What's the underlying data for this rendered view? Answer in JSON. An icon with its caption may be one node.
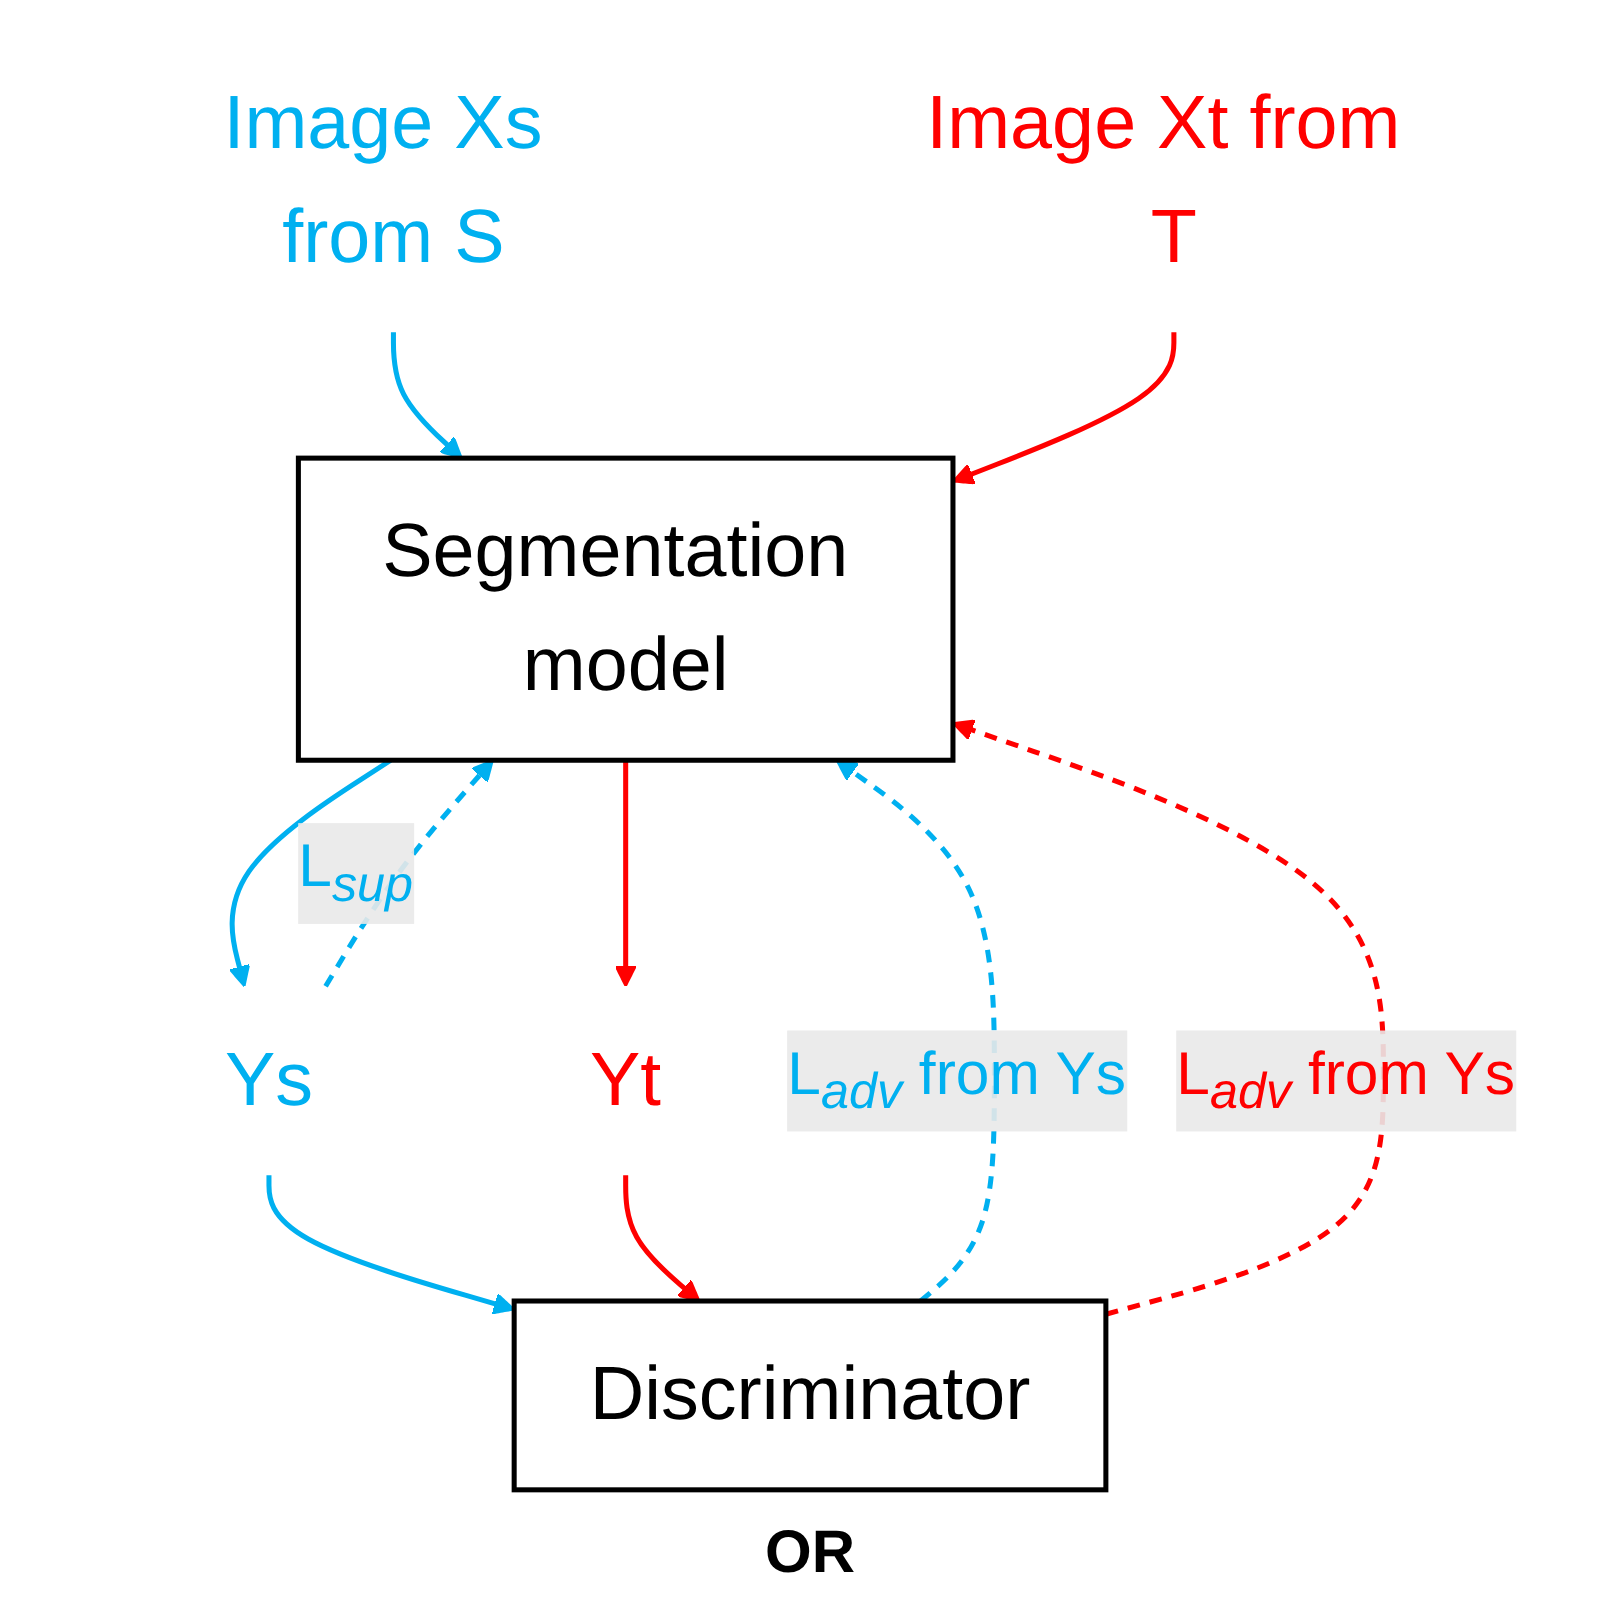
{
  "diagram": {
    "nodes": [
      {
        "text": [
          "Image Xs from S"
        ]
      },
      {
        "text": [
          "Image Xt from T"
        ]
      },
      {
        "text": [
          "Segmentation model"
        ]
      },
      {
        "text": [
          "Ys"
        ]
      },
      {
        "text": [
          "Yt"
        ]
      },
      {
        "text": [
          "Discriminator"
        ]
      }
    ],
    "edges": [
      {
        "from": 0,
        "to": 2,
        "arrow": "to",
        "color": "#00b0f0"
      },
      {
        "from": 1,
        "to": 2,
        "arrow": "to",
        "color": "#ff0000"
      },
      {
        "from": 2,
        "to": 3,
        "arrow": "to",
        "color": "#00b0f0"
      },
      {
        "from": 2,
        "to": 4,
        "arrow": "to",
        "color": "#ff0000"
      },
      {
        "from": 3,
        "to": 5,
        "arrow": "to",
        "color": "#00b0f0"
      },
      {
        "from": 4,
        "to": 5,
        "arrow": "to",
        "color": "#ff0000"
      },
      {
        "from": 3,
        "to": 2,
        "arrow": "to",
        "style": "dashed",
        "color": "#00b0f0",
        "label": "L$_{sup}$"
      },
      {
        "from": 5,
        "to": 2,
        "arrow": "to",
        "style": "dashed",
        "color": "#00b0f0",
        "label": "L$_{adv}$ from Ys"
      },
      {
        "from": 5,
        "to": 2,
        "arrow": "to",
        "style": "dashed",
        "color": "#ff0000",
        "label": "L$_{adv}$ from Ys"
      }
    ],
    "labels": [
      "OR"
    ]
  }
}
